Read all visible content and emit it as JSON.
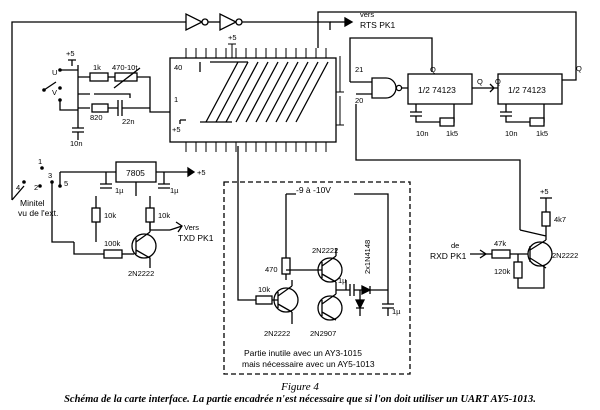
{
  "figure": {
    "title": "Figure 4",
    "caption": "Schéma de la carte interface. La partie encadrée n'est nécessaire que si l'on doit utiliser un UART AY5-1013."
  },
  "labels": {
    "rts_vers": "vers",
    "rts_target": "RTS PK1",
    "plus5_top": "+5",
    "plus5_left": "+5",
    "pin40": "40",
    "pin1": "1",
    "pin21": "21",
    "pin20": "20",
    "plus5_pin1": "+5",
    "sw_u": "U",
    "sw_v": "V",
    "r_1k": "1k",
    "r_470": "470-10t",
    "r_820": "820",
    "c_22n": "22n",
    "c_10n_left": "10n",
    "flipflop1": "1/2 74123",
    "flipflop2": "1/2 74123",
    "q_bar1": "Q",
    "q1": "Q",
    "q2": "Q",
    "q_bar2": "Q",
    "c_10n_a": "10n",
    "r_1k5_a": "1k5",
    "c_10n_b": "10n",
    "r_1k5_b": "1k5",
    "regulator": "7805",
    "reg_out": "+5",
    "c_1u_a": "1µ",
    "c_1u_b": "1µ",
    "minitel_pin1": "1",
    "minitel_pin4": "4",
    "minitel_pin2": "2",
    "minitel_pin3": "3",
    "minitel_pin5": "5",
    "minitel_l1": "Minitel",
    "minitel_l2": "vu de l'ext.",
    "r_10k_a": "10k",
    "r_10k_b": "10k",
    "r_100k": "100k",
    "vers_txd": "Vers",
    "txd_target": "TXD PK1",
    "q_txd": "2N2222",
    "neg_supply": "-9 à -10V",
    "q_top": "2N2222",
    "r_470b": "470",
    "diodes": "2x1N4148",
    "c_1u_c": "1µ",
    "c_1u_d": "1µ",
    "r_10k_c": "10k",
    "q_bl": "2N2222",
    "q_br": "2N2907",
    "box_note1": "Partie inutile avec un AY3-1015",
    "box_note2": "mais nécessaire avec un AY5-1013",
    "rxd_de": "de",
    "rxd_target": "RXD PK1",
    "r_47k": "47k",
    "r_120k": "120k",
    "plus5_right": "+5",
    "r_4k7": "4k7",
    "q_rxd": "2N2222"
  }
}
